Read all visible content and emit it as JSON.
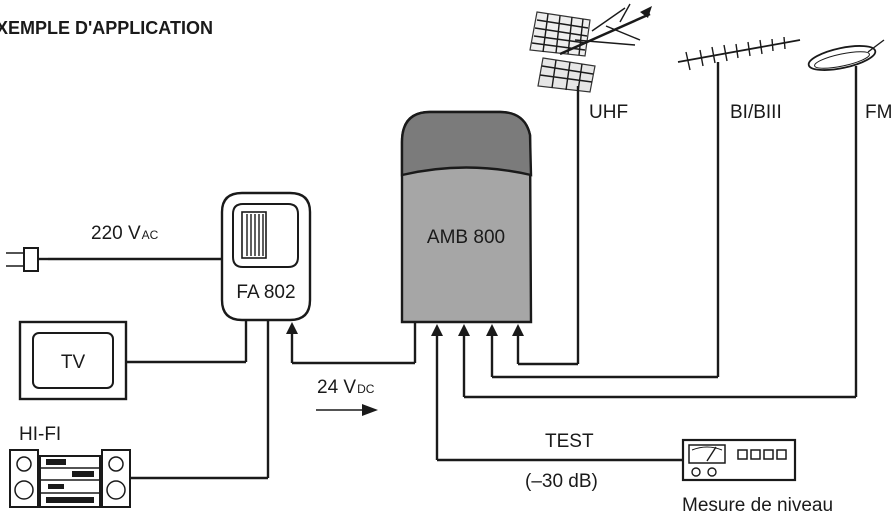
{
  "title": "XEMPLE D'APPLICATION",
  "antennas": {
    "uhf": "UHF",
    "bi_biii": "BI/BIII",
    "fm": "FM"
  },
  "amplifier": {
    "label": "AMB 800"
  },
  "power_supply": {
    "label": "FA 802"
  },
  "mains": {
    "value": "220 V",
    "sub": "AC"
  },
  "dc": {
    "value": "24 V",
    "sub": "DC"
  },
  "tv": {
    "label": "TV"
  },
  "hifi": {
    "label": "HI-FI"
  },
  "test": {
    "label": "TEST",
    "level": "(–30 dB)"
  },
  "meter": {
    "label": "Mesure de niveau"
  }
}
